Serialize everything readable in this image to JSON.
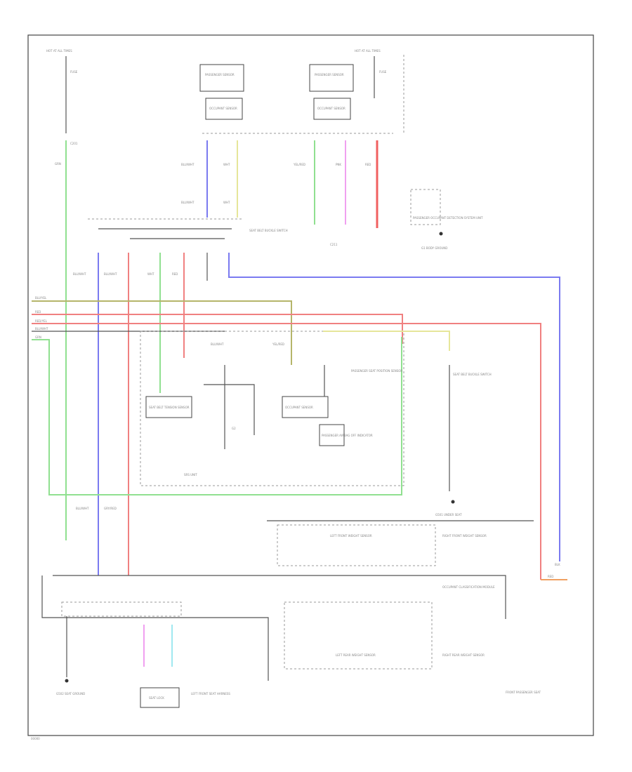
{
  "colors": {
    "blue": "#7a7af0",
    "red": "#f08080",
    "green": "#90e090",
    "yellow": "#e6e69a",
    "pink": "#f0a0f0",
    "orange": "#f0a060",
    "cyan": "#a0e8f0"
  },
  "labels": {
    "hot_top_left": "HOT AT ALL TIMES",
    "hot_top_right": "HOT AT ALL TIMES",
    "fuse_left": "FUSE",
    "fuse_right": "FUSE",
    "conn_c201": "C201",
    "box_a1": "PASSENGER SENSOR",
    "box_a2": "OCCUPANT SENSOR",
    "box_b1": "PASSENGER SENSOR",
    "box_b2": "OCCUPANT SENSOR",
    "right_block": "PASSENGER OCCUPANT DETECTION SYSTEM UNIT",
    "mid_block": "SEAT BELT BUCKLE SWITCH",
    "ground_right": "G1 BODY GROUND",
    "conn_c211": "C211",
    "wire_blu": "BLU/WHT",
    "wire_wht": "WHT",
    "wire_yel": "YEL/RED",
    "wire_grn": "GRN",
    "wire_pnk": "PNK",
    "wire_red": "RED",
    "wire_gry": "GRY/RED",
    "wire_blk": "BLK",
    "bus_1": "BLU/YEL",
    "bus_2": "RED",
    "bus_3": "RED/YEL",
    "bus_4": "BLU/WHT",
    "bus_5": "GRN",
    "srs_unit": "SRS UNIT",
    "tension_sensor": "SEAT BELT TENSION SENSOR",
    "occ_sensor_mid": "OCCUPANT SENSOR",
    "ground_mid": "G2",
    "indicator": "PASSENGER AIRBAG OFF INDICATOR",
    "passenger_unit": "PASSENGER SEAT POSITION SENSOR",
    "lower_ground": "G501 UNDER SEAT",
    "left_front_sensor": "LEFT FRONT WEIGHT SENSOR",
    "right_front_sensor": "RIGHT FRONT WEIGHT SENSOR",
    "left_rear_sensor": "LEFT REAR WEIGHT SENSOR",
    "right_rear_sensor": "RIGHT REAR WEIGHT SENSOR",
    "occupant_module": "OCCUPANT CLASSIFICATION MODULE",
    "seat_ground": "G502 SEAT GROUND",
    "seat_unit": "SEAT LOCK",
    "lower_harness": "LEFT FRONT SEAT HARNESS",
    "bottom_right": "FRONT PASSENGER SEAT",
    "corner_tag": "00000"
  }
}
